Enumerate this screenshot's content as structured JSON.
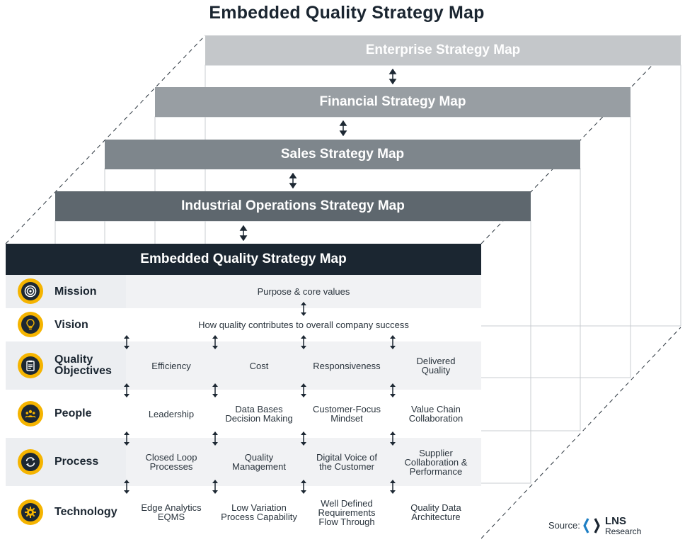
{
  "title": "Embedded Quality Strategy Map",
  "layers": [
    {
      "label": "Enterprise Strategy Map",
      "color": "#c4c7ca"
    },
    {
      "label": "Financial Strategy Map",
      "color": "#989ea3"
    },
    {
      "label": "Sales Strategy Map",
      "color": "#7e868c"
    },
    {
      "label": "Industrial Operations Strategy Map",
      "color": "#5e676e"
    }
  ],
  "front": {
    "header": "Embedded Quality Strategy Map",
    "rows": [
      {
        "label": "Mission",
        "icon": "target-icon",
        "cells": [
          "Purpose & core values"
        ]
      },
      {
        "label": "Vision",
        "icon": "lightbulb-icon",
        "cells": [
          "How quality contributes to overall company success"
        ]
      },
      {
        "label": "Quality\nObjectives",
        "icon": "clipboard-icon",
        "cells": [
          "Efficiency",
          "Cost",
          "Responsiveness",
          "Delivered\nQuality"
        ]
      },
      {
        "label": "People",
        "icon": "people-icon",
        "cells": [
          "Leadership",
          "Data Bases\nDecision Making",
          "Customer-Focus\nMindset",
          "Value Chain\nCollaboration"
        ]
      },
      {
        "label": "Process",
        "icon": "cycle-arrows-icon",
        "cells": [
          "Closed Loop\nProcesses",
          "Quality\nManagement",
          "Digital Voice of\nthe Customer",
          "Supplier\nCollaboration &\nPerformance"
        ]
      },
      {
        "label": "Technology",
        "icon": "gear-icon",
        "cells": [
          "Edge Analytics\nEQMS",
          "Low Variation\nProcess Capability",
          "Well Defined\nRequirements\nFlow Through",
          "Quality Data\nArchitecture"
        ]
      }
    ]
  },
  "source": {
    "label": "Source:",
    "logo_name": "LNS",
    "logo_sub": "Research"
  },
  "colors": {
    "accent": "#f5b400",
    "dark": "#1b2631"
  }
}
